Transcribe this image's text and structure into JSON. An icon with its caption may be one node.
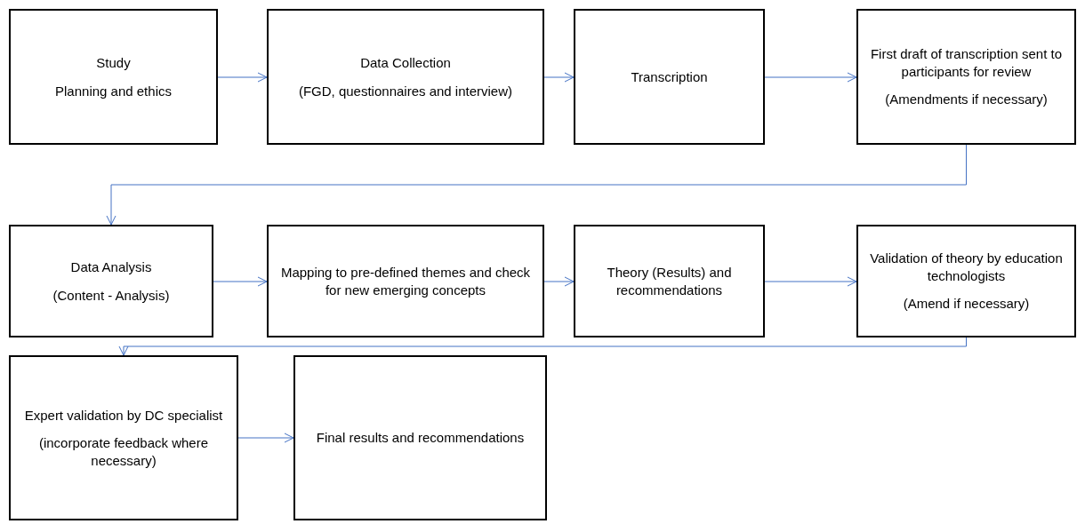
{
  "diagram": {
    "nodes": [
      {
        "text": [
          "Study",
          "Planning and ethics"
        ]
      },
      {
        "text": [
          "Data Collection",
          "(FGD, questionnaires and interview)"
        ]
      },
      {
        "text": [
          "Transcription"
        ]
      },
      {
        "text": [
          "First draft of transcription sent to participants for review",
          "(Amendments if necessary)"
        ]
      },
      {
        "text": [
          "Data Analysis",
          "(Content - Analysis)"
        ]
      },
      {
        "text": [
          "Mapping to pre-defined themes and check for new emerging concepts"
        ]
      },
      {
        "text": [
          "Theory (Results) and recommendations"
        ]
      },
      {
        "text": [
          "Validation of theory by education technologists",
          "(Amend if necessary)"
        ]
      },
      {
        "text": [
          "Expert validation by DC specialist",
          "(incorporate feedback where necessary)"
        ]
      },
      {
        "text": [
          "Final results and recommendations"
        ]
      }
    ],
    "edges": [
      {
        "from": 0,
        "to": 1,
        "arrow": "to"
      },
      {
        "from": 1,
        "to": 2,
        "arrow": "to"
      },
      {
        "from": 2,
        "to": 3,
        "arrow": "to"
      },
      {
        "from": 3,
        "to": 4,
        "arrow": "to"
      },
      {
        "from": 4,
        "to": 5,
        "arrow": "to"
      },
      {
        "from": 5,
        "to": 6,
        "arrow": "to"
      },
      {
        "from": 6,
        "to": 7,
        "arrow": "to"
      },
      {
        "from": 7,
        "to": 8,
        "arrow": "to"
      },
      {
        "from": 8,
        "to": 9,
        "arrow": "to"
      }
    ]
  }
}
